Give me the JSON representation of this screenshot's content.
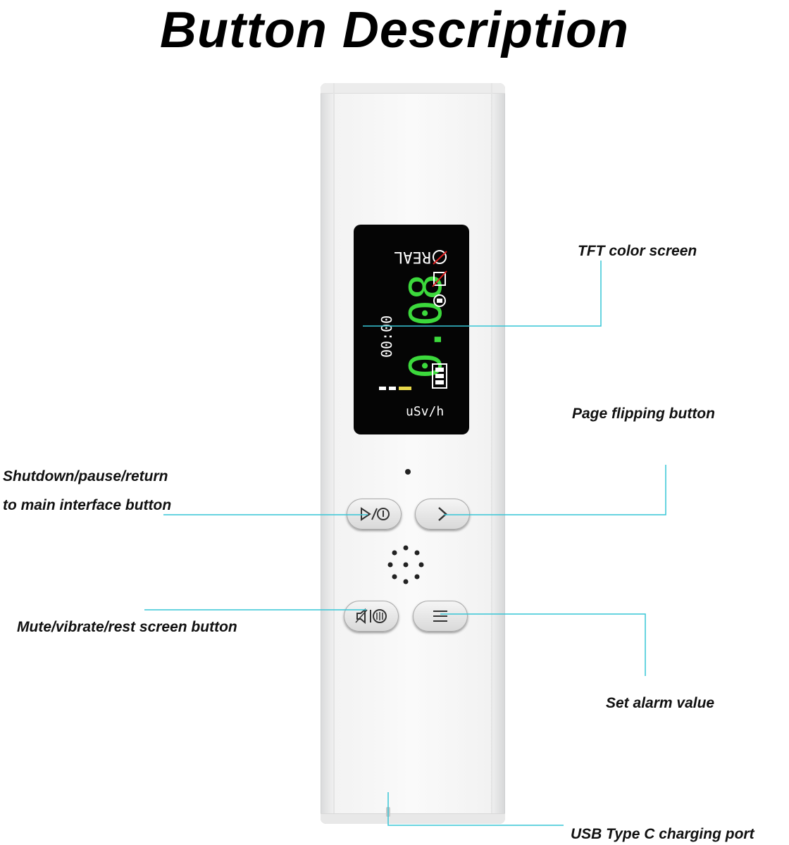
{
  "title": "Button Description",
  "callouts": {
    "tft_screen": "TFT color screen",
    "page_flip": "Page flipping button",
    "shutdown_line1": "Shutdown/pause/return",
    "shutdown_line2": "to main interface button",
    "mute": "Mute/vibrate/rest screen button",
    "alarm": "Set alarm value",
    "usb": "USB Type C charging port"
  },
  "screen": {
    "mode": "REAL",
    "value": "0.08",
    "unit": "uSv/h",
    "timer": "00:00",
    "value_color": "#3cd93c",
    "level_colors": [
      "#ffffff",
      "#ffffff",
      "#e8d84a"
    ]
  },
  "colors": {
    "leader_line": "#37c6d6"
  },
  "icons": [
    "play-power-icon",
    "chevron-right-icon",
    "mute-vibrate-icon",
    "menu-icon",
    "speaker-grille-icon",
    "battery-icon",
    "bell-icon",
    "phone-icon",
    "clock-icon"
  ]
}
